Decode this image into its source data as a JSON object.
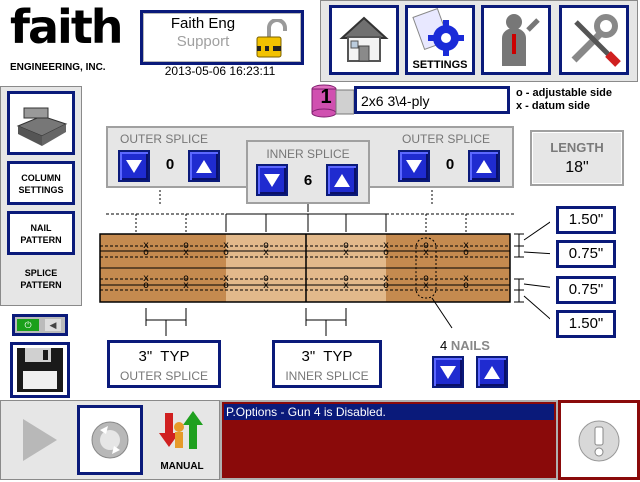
{
  "logo": {
    "wordmark": "faith",
    "company": "ENGINEERING, INC."
  },
  "user": {
    "name": "Faith Eng",
    "role": "Support"
  },
  "datetime": "2013-05-06 16:23:11",
  "top_nav": {
    "settings_label": "SETTINGS"
  },
  "left_nav": {
    "column_settings": "COLUMN\nSETTINGS",
    "nail_pattern": "NAIL\nPATTERN",
    "splice_pattern": "SPLICE\nPATTERN"
  },
  "recipe": {
    "number": "1",
    "name": "2x6 3\\4-ply"
  },
  "legend": {
    "o": "o - adjustable side",
    "x": "x - datum side"
  },
  "splice": {
    "outer_left_label": "OUTER SPLICE",
    "outer_left_value": "0",
    "inner_label": "INNER SPLICE",
    "inner_value": "6",
    "outer_right_label": "OUTER SPLICE",
    "outer_right_value": "0"
  },
  "length": {
    "label": "LENGTH",
    "value": "18\""
  },
  "offsets": [
    "1.50\"",
    "0.75\"",
    "0.75\"",
    "1.50\""
  ],
  "typ_outer": {
    "value": "3\"  TYP",
    "label": "OUTER SPLICE"
  },
  "typ_inner": {
    "value": "3\"  TYP",
    "label": "INNER SPLICE"
  },
  "nails": {
    "count": "4",
    "label": "NAILS"
  },
  "bottom": {
    "manual_label": "MANUAL",
    "message": "P.Options - Gun 4 is Disabled."
  },
  "colors": {
    "navy": "#0a1a7a",
    "button_blue": "#1f2bd0",
    "lumber_dark": "#c58a4f",
    "lumber_light": "#e2b98b",
    "alarm_red": "#8a0a0a"
  }
}
